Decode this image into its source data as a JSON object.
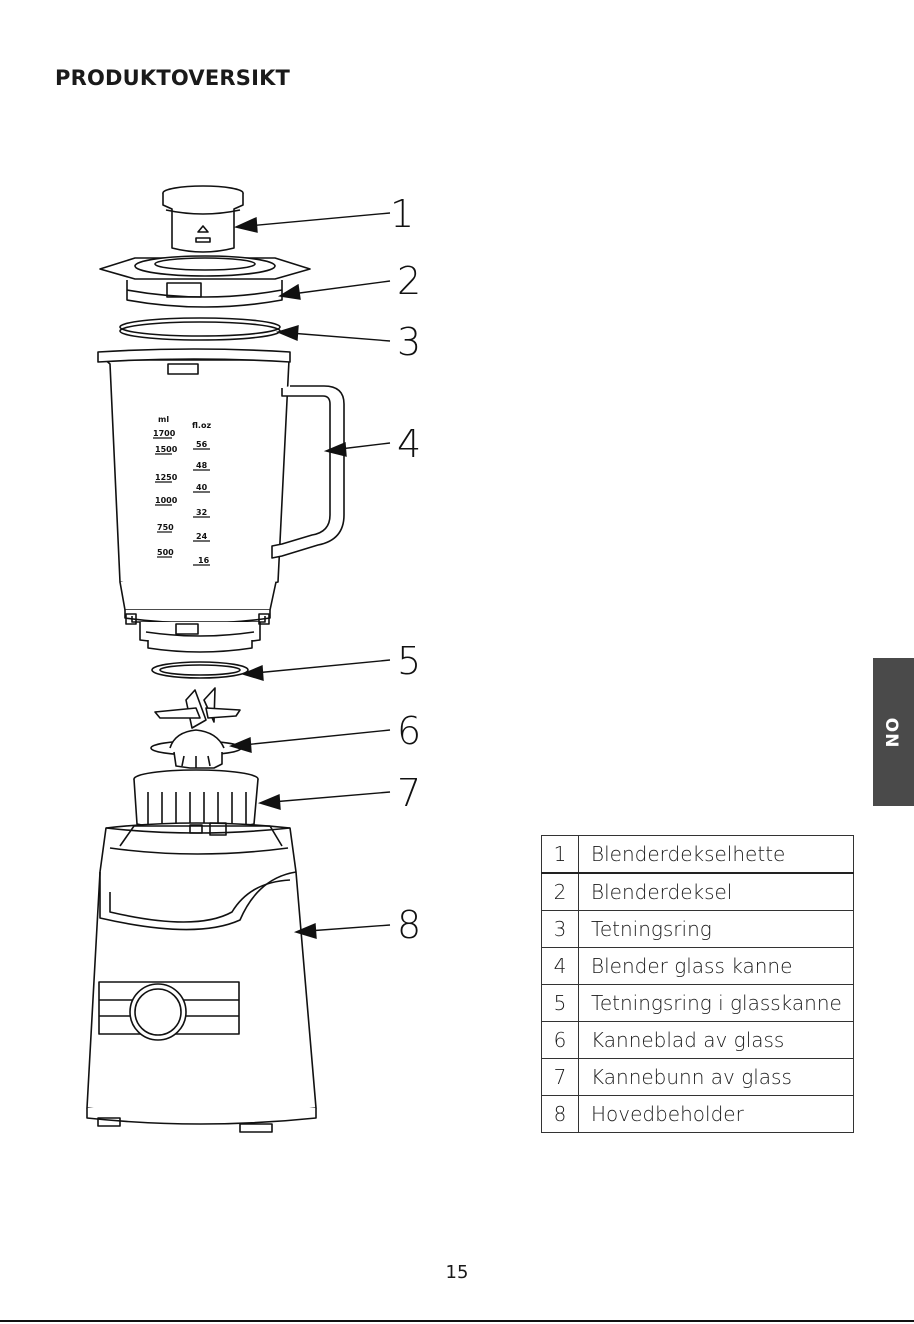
{
  "title": "PRODUKTOVERSIKT",
  "diagram": {
    "callouts": [
      "1",
      "2",
      "3",
      "4",
      "5",
      "6",
      "7",
      "8"
    ],
    "scale_ml_header": "ml",
    "scale_ml": [
      "1700",
      "1500",
      "1250",
      "1000",
      "750",
      "500"
    ],
    "scale_floz_header": "fl.oz",
    "scale_floz": [
      "56",
      "48",
      "40",
      "32",
      "24",
      "16"
    ]
  },
  "parts": [
    {
      "num": "1",
      "label": "Blenderdekselhette"
    },
    {
      "num": "2",
      "label": "Blenderdeksel"
    },
    {
      "num": "3",
      "label": "Tetningsring"
    },
    {
      "num": "4",
      "label": "Blender glass kanne"
    },
    {
      "num": "5",
      "label": "Tetningsring i glasskanne"
    },
    {
      "num": "6",
      "label": "Kanneblad av glass"
    },
    {
      "num": "7",
      "label": "Kannebunn av glass"
    },
    {
      "num": "8",
      "label": "Hovedbeholder"
    }
  ],
  "language_tab": "NO",
  "page_number": "15"
}
